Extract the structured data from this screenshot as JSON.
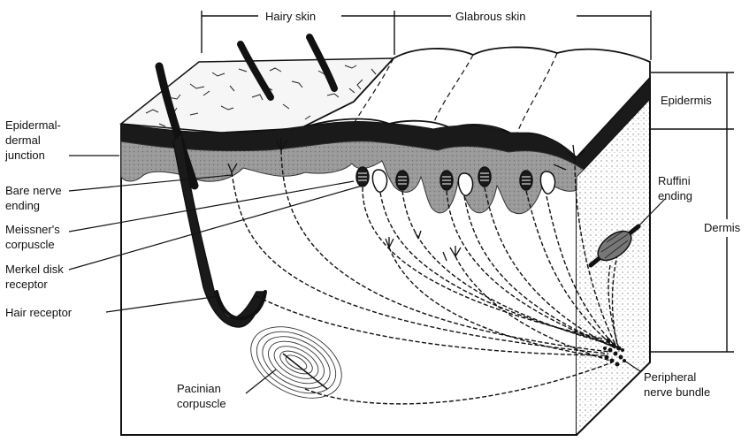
{
  "labels": {
    "hairy_skin": "Hairy skin",
    "glabrous_skin": "Glabrous skin",
    "epidermis": "Epidermis",
    "dermis": "Dermis",
    "epidermal_dermal_junction": [
      "Epidermal-",
      "dermal",
      "junction"
    ],
    "bare_nerve_ending": [
      "Bare nerve",
      "ending"
    ],
    "meissners_corpuscle": [
      "Meissner's",
      "corpuscle"
    ],
    "merkel_disk_receptor": [
      "Merkel disk",
      "receptor"
    ],
    "hair_receptor": "Hair receptor",
    "pacinian_corpuscle": [
      "Pacinian",
      "corpuscle"
    ],
    "ruffini_ending": [
      "Ruffini",
      "ending"
    ],
    "peripheral_nerve_bundle": [
      "Peripheral",
      "nerve bundle"
    ]
  },
  "colors": {
    "ink": "#111111",
    "dermis_shade": "#9a9a9a",
    "epidermis_dark": "#1a1a1a",
    "background": "#ffffff"
  }
}
